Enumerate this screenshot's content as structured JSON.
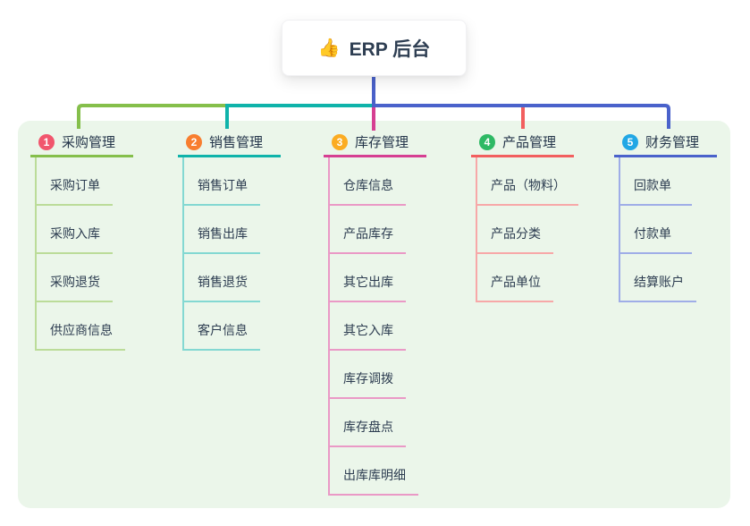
{
  "root": {
    "icon": "👍",
    "label": "ERP 后台"
  },
  "connector_color": "#4a61c9",
  "panel_bg": "#ebf6ea",
  "text_color": "#2c3c50",
  "branches": [
    {
      "number": "1",
      "label": "采购管理",
      "badge_color": "#f1566d",
      "color": "#85bf4b",
      "color_light": "#bbdc99",
      "items": [
        "采购订单",
        "采购入库",
        "采购退货",
        "供应商信息"
      ]
    },
    {
      "number": "2",
      "label": "销售管理",
      "badge_color": "#f87e2f",
      "color": "#0fb3aa",
      "color_light": "#83d8d2",
      "items": [
        "销售订单",
        "销售出库",
        "销售退货",
        "客户信息"
      ]
    },
    {
      "number": "3",
      "label": "库存管理",
      "badge_color": "#fbac22",
      "color": "#d63f92",
      "color_light": "#ea99c6",
      "items": [
        "仓库信息",
        "产品库存",
        "其它出库",
        "其它入库",
        "库存调拨",
        "库存盘点",
        "出库库明细"
      ]
    },
    {
      "number": "4",
      "label": "产品管理",
      "badge_color": "#2eb964",
      "color": "#f25f5f",
      "color_light": "#f7a8a8",
      "items": [
        "产品（物料）",
        "产品分类",
        "产品单位"
      ]
    },
    {
      "number": "5",
      "label": "财务管理",
      "badge_color": "#21a7e5",
      "color": "#4a62cb",
      "color_light": "#9fade7",
      "items": [
        "回款单",
        "付款单",
        "结算账户"
      ]
    }
  ]
}
